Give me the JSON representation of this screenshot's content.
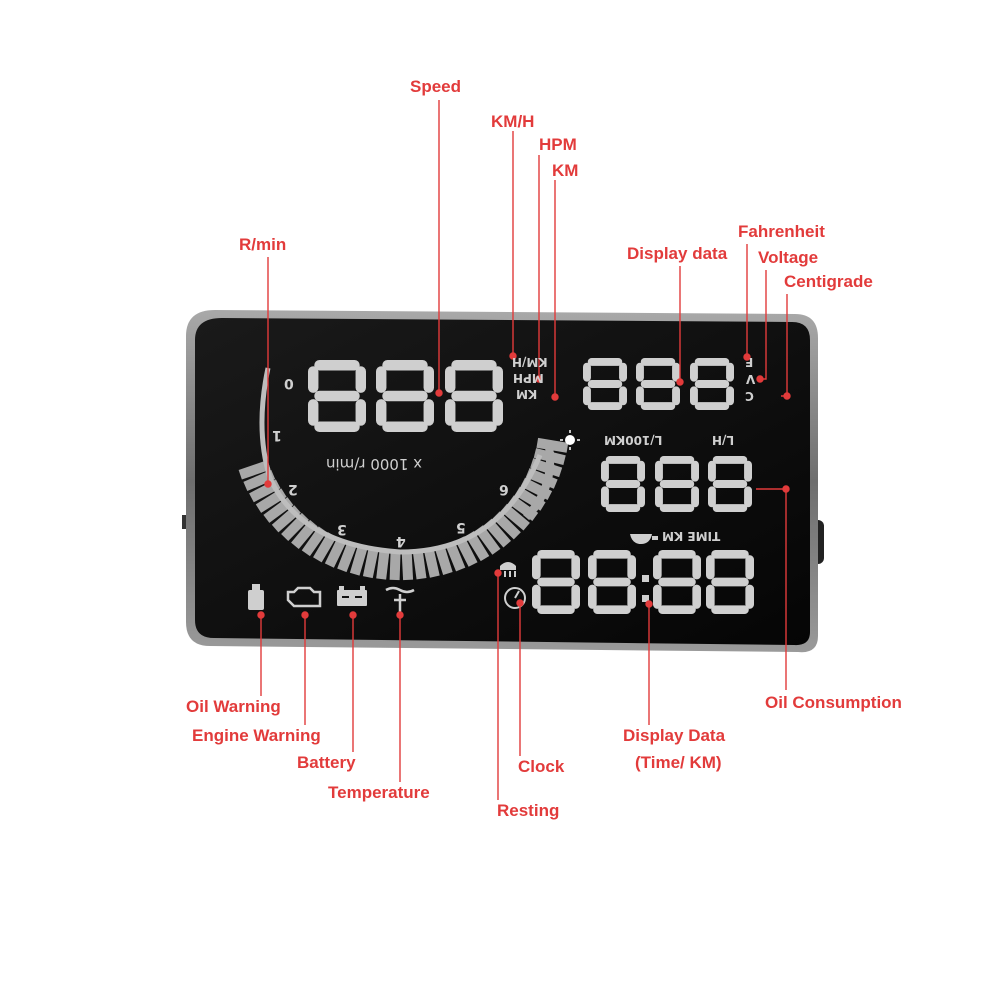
{
  "device": {
    "speed_units": [
      "KM/H",
      "MPH",
      "KM"
    ],
    "rpm_scale_label": "x 1000 r/min",
    "rpm_ticks": [
      "0",
      "1",
      "2",
      "3",
      "4",
      "5",
      "6"
    ],
    "consumption_units": [
      "L/100KM",
      "L/H"
    ],
    "time_km_label": "TIME KM",
    "temp_units": [
      "F",
      "V",
      "C"
    ]
  },
  "callouts": {
    "speed": "Speed",
    "kmh": "KM/H",
    "hpm": "HPM",
    "km": "KM",
    "rmin": "R/min",
    "display_data": "Display data",
    "fahrenheit": "Fahrenheit",
    "voltage": "Voltage",
    "centigrade": "Centigrade",
    "oil_warning": "Oil Warning",
    "engine_warning": "Engine Warning",
    "battery": "Battery",
    "temperature": "Temperature",
    "resting": "Resting",
    "clock": "Clock",
    "display_data_time_km_1": "Display Data",
    "display_data_time_km_2": "(Time/ KM)",
    "oil_consumption": "Oil Consumption"
  },
  "icons": [
    "oil-warning-icon",
    "engine-warning-icon",
    "battery-icon",
    "temperature-icon",
    "resting-icon",
    "clock-icon",
    "light-sensor-icon"
  ],
  "colors": {
    "accent": "#e23b3b",
    "segment": "#cfcfcf",
    "screen": "#0e0e0e",
    "bezel": "#8a8a8a"
  }
}
